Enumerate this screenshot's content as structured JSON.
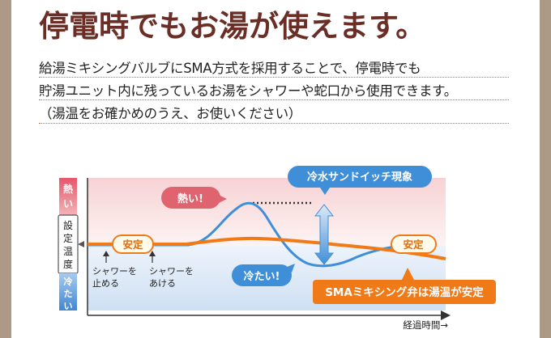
{
  "heading": "停電時でもお湯が使えます。",
  "body": {
    "line1": "給湯ミキシングバルブにSMA方式を採用することで、停電時でも",
    "line2": "貯湯ユニット内に残っているお湯をシャワーや蛇口から使用できます。",
    "line3": "（湯温をお確かめのうえ、お使いください）"
  },
  "diagram": {
    "axis_hot": "熱い",
    "axis_setting": "設定温度",
    "axis_cold": "冷たい",
    "x_axis": "経過時間→",
    "stable_left": "安定",
    "stable_right": "安定",
    "shower_stop": "シャワーを止める",
    "shower_open": "シャワーをあける",
    "hot_callout": "熱い!",
    "cold_callout": "冷たい!",
    "sandwich": "冷水サンドイッチ現象",
    "sma_callout": "SMAミキシング弁は湯温が安定"
  },
  "colors": {
    "heading": "#6b2e26",
    "hot_zone": "#f9dede",
    "cold_zone": "#d9e8f6",
    "hot_label": "#e06470",
    "cold_label": "#4a8ed6",
    "sma_line": "#f07a17",
    "conventional_line": "#3f8fd8",
    "callout_blue": "#3f8fd8"
  }
}
